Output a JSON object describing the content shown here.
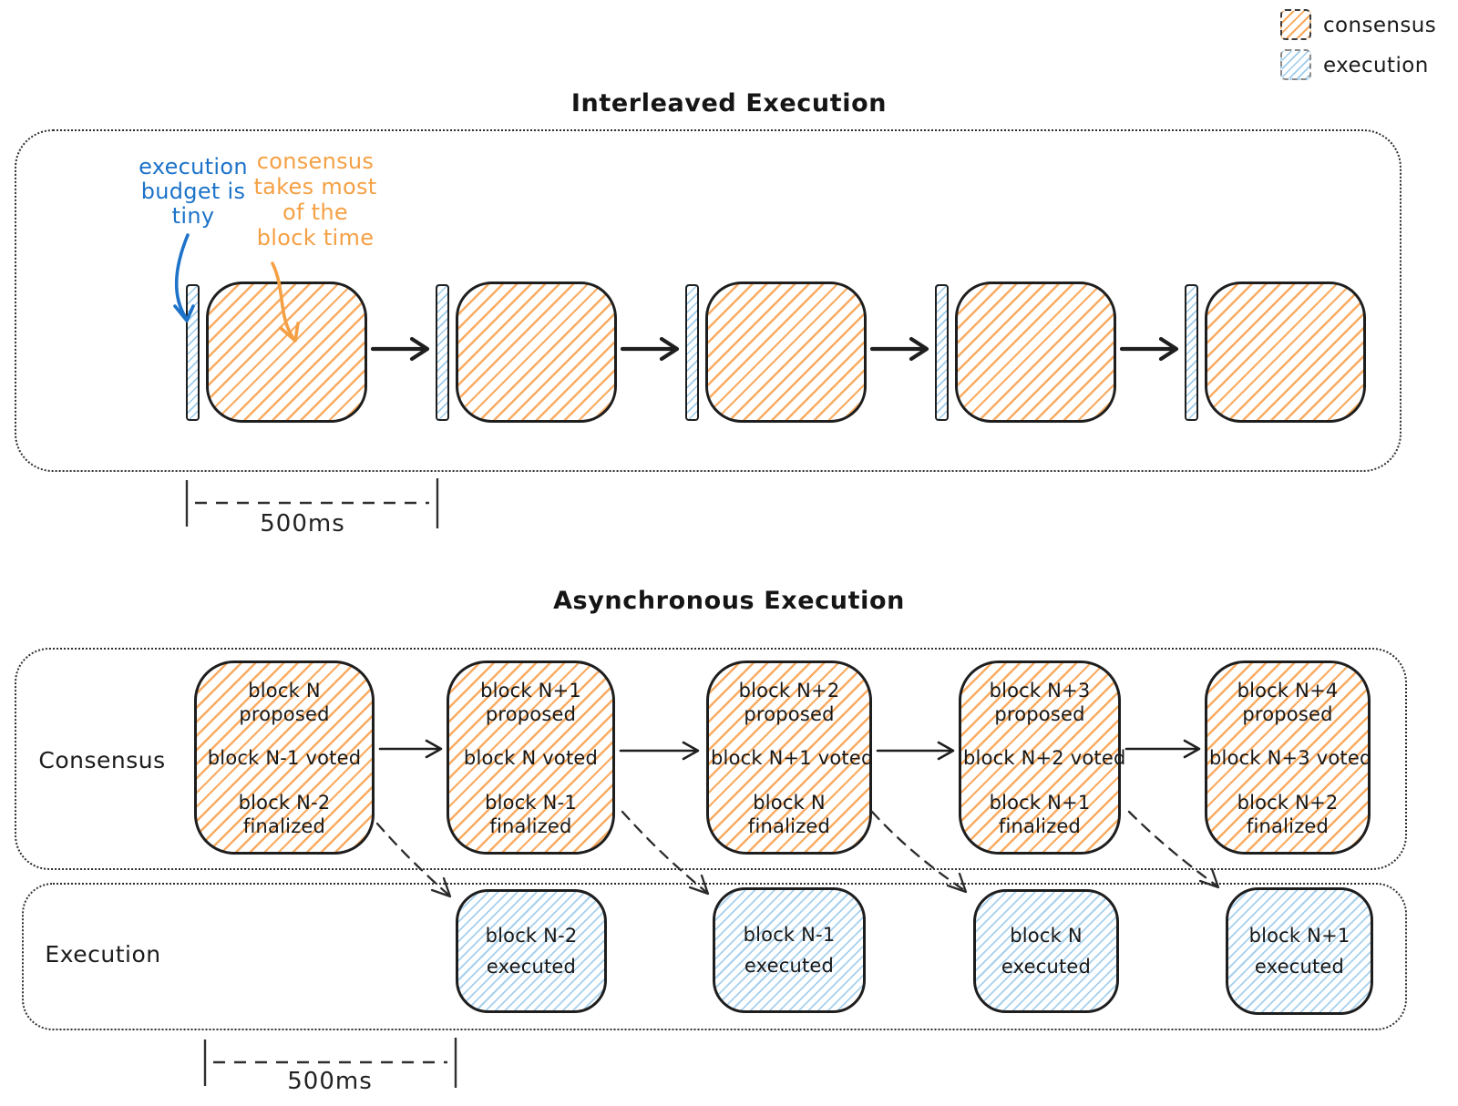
{
  "colors": {
    "ink": "#1e1e1e",
    "orange_hatch": "#f89e46",
    "blue_hatch": "#96c8eb",
    "blue_note": "#1d73c9",
    "orange_note": "#f5a044"
  },
  "legend": {
    "items": [
      {
        "label": "consensus",
        "swatch": "orange-hatch"
      },
      {
        "label": "execution",
        "swatch": "blue-hatch"
      }
    ]
  },
  "interleaved": {
    "title": "Interleaved Execution",
    "execution_note": [
      "execution",
      "budget is",
      "tiny"
    ],
    "consensus_note": [
      "consensus",
      "takes most",
      "of the",
      "block time"
    ],
    "ruler_label": "500ms",
    "unit_count": 5
  },
  "asynchronous": {
    "title": "Asynchronous Execution",
    "consensus_label": "Consensus",
    "execution_label": "Execution",
    "consensus_boxes": [
      {
        "lines": [
          "block N",
          "proposed",
          "block N-1 voted",
          "block N-2",
          "finalized"
        ]
      },
      {
        "lines": [
          "block N+1",
          "proposed",
          "block N voted",
          "block N-1",
          "finalized"
        ]
      },
      {
        "lines": [
          "block N+2",
          "proposed",
          "block N+1 voted",
          "block N",
          "finalized"
        ]
      },
      {
        "lines": [
          "block N+3",
          "proposed",
          "block N+2 voted",
          "block N+1",
          "finalized"
        ]
      },
      {
        "lines": [
          "block N+4",
          "proposed",
          "block N+3 voted",
          "block N+2",
          "finalized"
        ]
      }
    ],
    "execution_boxes": [
      {
        "lines": [
          "block N-2",
          "executed"
        ]
      },
      {
        "lines": [
          "block N-1",
          "executed"
        ]
      },
      {
        "lines": [
          "block N",
          "executed"
        ]
      },
      {
        "lines": [
          "block N+1",
          "executed"
        ]
      }
    ],
    "ruler_label": "500ms"
  }
}
